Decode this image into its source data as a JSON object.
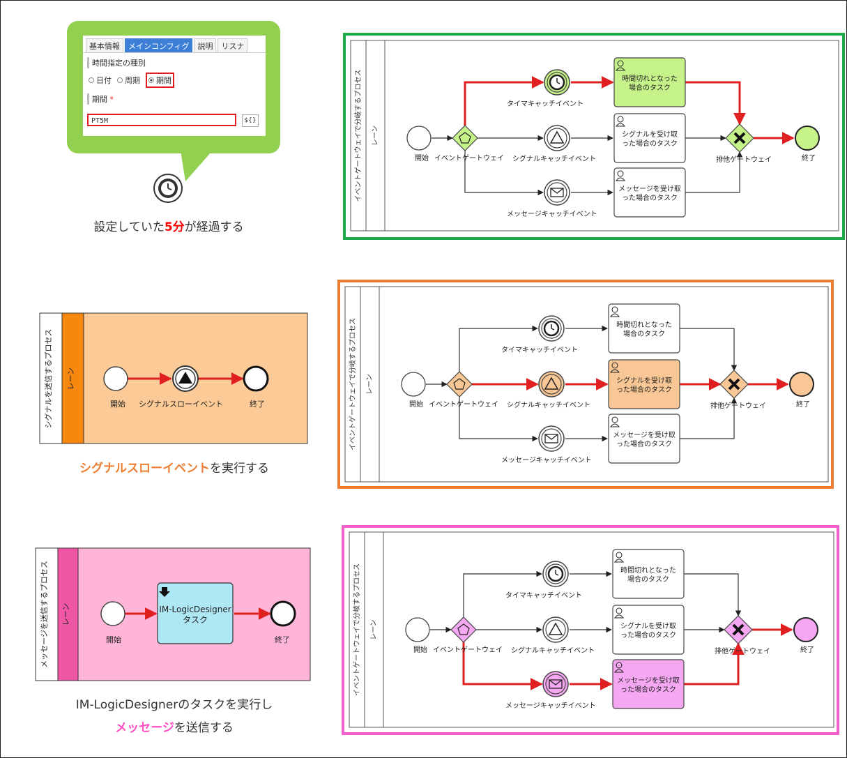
{
  "panel": {
    "tabs": [
      "基本情報",
      "メインコンフィグ",
      "説明",
      "リスナ"
    ],
    "active_tab": 1,
    "section1": "時間指定の種別",
    "radios": [
      "日付",
      "周期",
      "期間"
    ],
    "selected_radio": 2,
    "section2": "期間",
    "required_mark": "*",
    "input_value": "PT5M",
    "var_button": "${}"
  },
  "captions": {
    "timer": {
      "pre": "設定していた",
      "em": "5分",
      "post": "が経過する",
      "em_color": "#ff0000"
    },
    "signal": {
      "pre": "",
      "em": "シグナルスローイベント",
      "post": "を実行する",
      "em_color": "#ed7d31"
    },
    "message_line1": "IM-LogicDesignerのタスクを実行し",
    "message_line2": {
      "pre": "",
      "em": "メッセージ",
      "post": "を送信する",
      "em_color": "#ff4fc4"
    }
  },
  "small_diagrams": {
    "signal": {
      "pool": "シグナルを送信するプロセス",
      "lane": "レーン",
      "start": "開始",
      "event": "シグナルスローイベント",
      "end": "終了",
      "lane_color": "#f7870f",
      "bg_color": "#fcca97"
    },
    "message": {
      "pool": "メッセージを送信するプロセス",
      "lane": "レーン",
      "start": "開始",
      "task_line1": "IM-LogicDesigner",
      "task_line2": "タスク",
      "end": "終了",
      "lane_color": "#ef57a4",
      "bg_color": "#ffb5d8",
      "task_color": "#aee8f5"
    }
  },
  "process_diagram": {
    "pool": "イベントゲートウェイで分岐するプロセス",
    "lane": "レーン",
    "start": "開始",
    "gateway": "イベントゲートウェイ",
    "timer_event": "タイマキャッチイベント",
    "signal_event": "シグナルキャッチイベント",
    "message_event": "メッセージキャッチイベント",
    "task_timer_line1": "時間切れとなった",
    "task_timer_line2": "場合のタスク",
    "task_signal_line1": "シグナルを受け取",
    "task_signal_line2": "った場合のタスク",
    "task_message_line1": "メッセージを受け取",
    "task_message_line2": "った場合のタスク",
    "exclusive_gateway": "排他ゲートウェイ",
    "end": "終了"
  },
  "variants": [
    {
      "name": "timer",
      "border_color": "#1eaa4a",
      "fill_color": "#c6f28a",
      "active_path": "timer"
    },
    {
      "name": "signal",
      "border_color": "#ed7d31",
      "fill_color": "#f8c795",
      "active_path": "signal"
    },
    {
      "name": "message",
      "border_color": "#f060c8",
      "fill_color": "#f5a7f2",
      "active_path": "message"
    }
  ]
}
